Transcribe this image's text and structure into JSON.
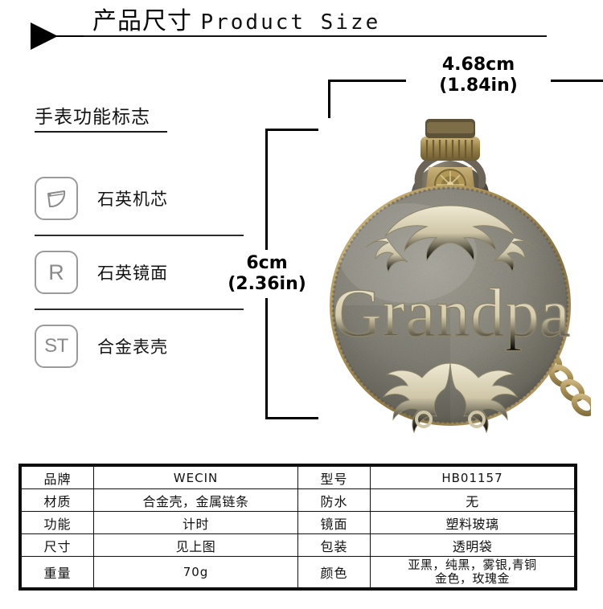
{
  "header": {
    "marker_icon": "play-triangle-icon",
    "title_cn": "产品尺寸",
    "title_en": "Product Size"
  },
  "features": {
    "title": "手表功能标志",
    "items": [
      {
        "icon_name": "quartz-movement-icon",
        "icon_text": "",
        "label": "石英机芯"
      },
      {
        "icon_name": "mineral-glass-icon",
        "icon_text": "R",
        "label": "石英镜面"
      },
      {
        "icon_name": "alloy-case-icon",
        "icon_text": "ST",
        "label": "合金表壳"
      }
    ]
  },
  "dimensions": {
    "width_cm": "4.68cm",
    "width_in": "(1.84in)",
    "height_cm": "6cm",
    "height_in": "(2.36in)"
  },
  "product": {
    "engraved_text": "Grandpa",
    "image_name": "bronze-pocket-watch-back-cover"
  },
  "spec_table": {
    "rows": [
      {
        "k1": "品牌",
        "v1": "WECIN",
        "v1_latin": true,
        "k2": "型号",
        "v2": "HB01157",
        "v2_latin": true
      },
      {
        "k1": "材质",
        "v1": "合金壳，金属链条",
        "v1_latin": false,
        "k2": "防水",
        "v2": "无",
        "v2_latin": false
      },
      {
        "k1": "功能",
        "v1": "计时",
        "v1_latin": false,
        "k2": "镜面",
        "v2": "塑料玻璃",
        "v2_latin": false
      },
      {
        "k1": "尺寸",
        "v1": "见上图",
        "v1_latin": false,
        "k2": "包装",
        "v2": "透明袋",
        "v2_latin": false
      },
      {
        "k1": "重量",
        "v1": "70g",
        "v1_latin": true,
        "k2": "颜色",
        "v2": "亚黑，纯黑，雾银,青铜",
        "v2_line2": "金色，玫瑰金",
        "v2_latin": false
      }
    ]
  },
  "colors": {
    "line": "#000000",
    "icon_outline": "#9a9a9a",
    "icon_text": "#8a8a8a",
    "text": "#111111",
    "watch_body": "#8c8b83",
    "watch_bronze": "#b49a5c",
    "background": "#ffffff"
  }
}
